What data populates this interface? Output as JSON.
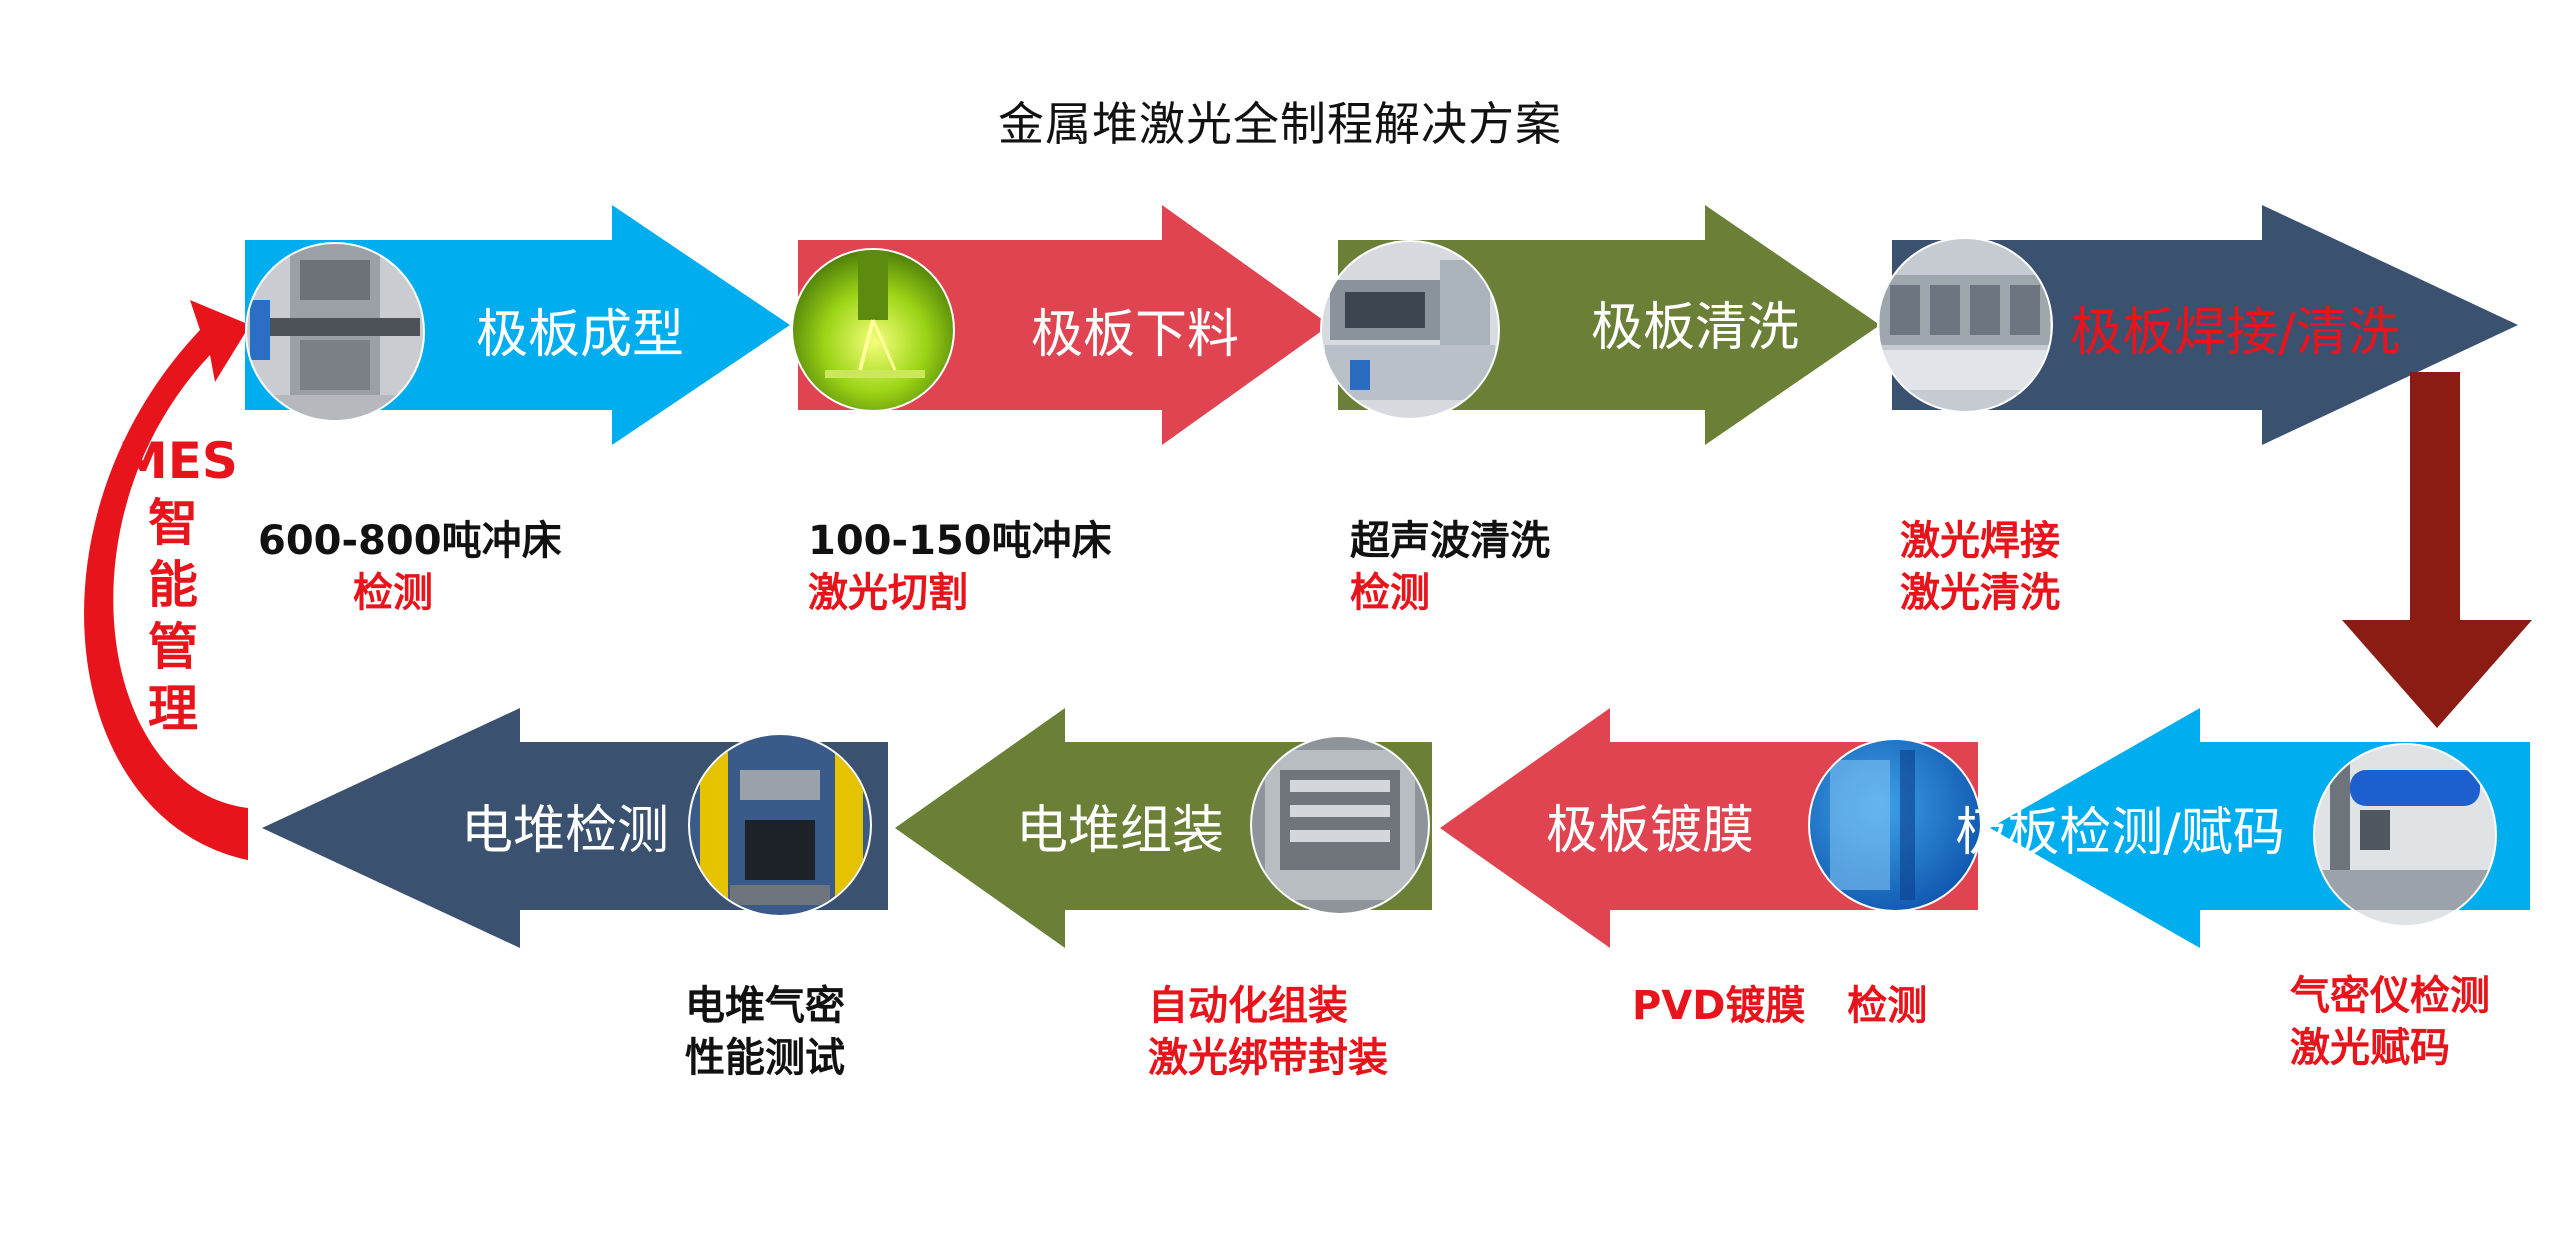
{
  "title": "金属堆激光全制程解决方案",
  "mes": {
    "line1": "MES",
    "chars": [
      "智",
      "能",
      "管",
      "理"
    ]
  },
  "colors": {
    "cyan": "#00adef",
    "red": "#e04450",
    "green": "#6b7f36",
    "navy": "#3b5170",
    "dark_red": "#8b1c14",
    "mes_red": "#e8141b"
  },
  "top_row": [
    {
      "label": "极板成型",
      "label_color": "#ffffff",
      "icon": "press-machine-photo",
      "note": [
        "600-800吨冲床",
        "检测"
      ]
    },
    {
      "label": "极板下料",
      "label_color": "#ffffff",
      "icon": "laser-cutting-photo",
      "note": [
        "100-150吨冲床",
        "激光切割"
      ]
    },
    {
      "label": "极板清洗",
      "label_color": "#ffffff",
      "icon": "ultrasonic-cleaner-photo",
      "note": [
        "超声波清洗",
        "检测"
      ]
    },
    {
      "label": "极板焊接/清洗",
      "label_color": "#e8141b",
      "icon": "welding-line-photo",
      "note": [
        "激光焊接",
        "激光清洗"
      ]
    }
  ],
  "bottom_row": [
    {
      "label": "极板检测/赋码",
      "label_color": "#ffffff",
      "icon": "laser-marker-photo",
      "note": [
        "气密仪检测",
        "激光赋码"
      ]
    },
    {
      "label": "极板镀膜",
      "label_color": "#ffffff",
      "icon": "pvd-coating-photo",
      "note": [
        "PVD镀膜   检测"
      ]
    },
    {
      "label": "电堆组装",
      "label_color": "#ffffff",
      "icon": "stack-assembly-photo",
      "note": [
        "自动化组装",
        "激光绑带封装"
      ]
    },
    {
      "label": "电堆检测",
      "label_color": "#ffffff",
      "icon": "stack-test-photo",
      "note": [
        "电堆气密",
        "性能测试"
      ]
    }
  ]
}
